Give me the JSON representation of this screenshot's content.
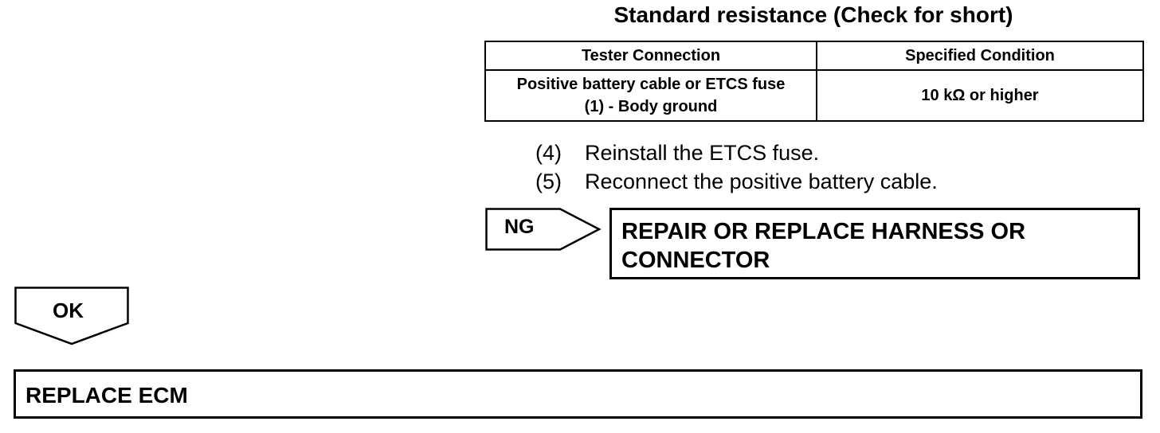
{
  "title": "Standard resistance (Check for short)",
  "table": {
    "headers": [
      "Tester Connection",
      "Specified Condition"
    ],
    "rows": [
      {
        "connection_line1": "Positive battery cable or ETCS fuse",
        "connection_line2": "(1) - Body ground",
        "condition": "10 kΩ or higher"
      }
    ]
  },
  "steps": [
    {
      "num": "(4)",
      "text": "Reinstall the ETCS fuse."
    },
    {
      "num": "(5)",
      "text": "Reconnect the positive battery cable."
    }
  ],
  "ng": {
    "label": "NG",
    "action_line1": "REPAIR OR REPLACE HARNESS OR",
    "action_line2": "CONNECTOR"
  },
  "ok": {
    "label": "OK",
    "action": "REPLACE ECM"
  }
}
